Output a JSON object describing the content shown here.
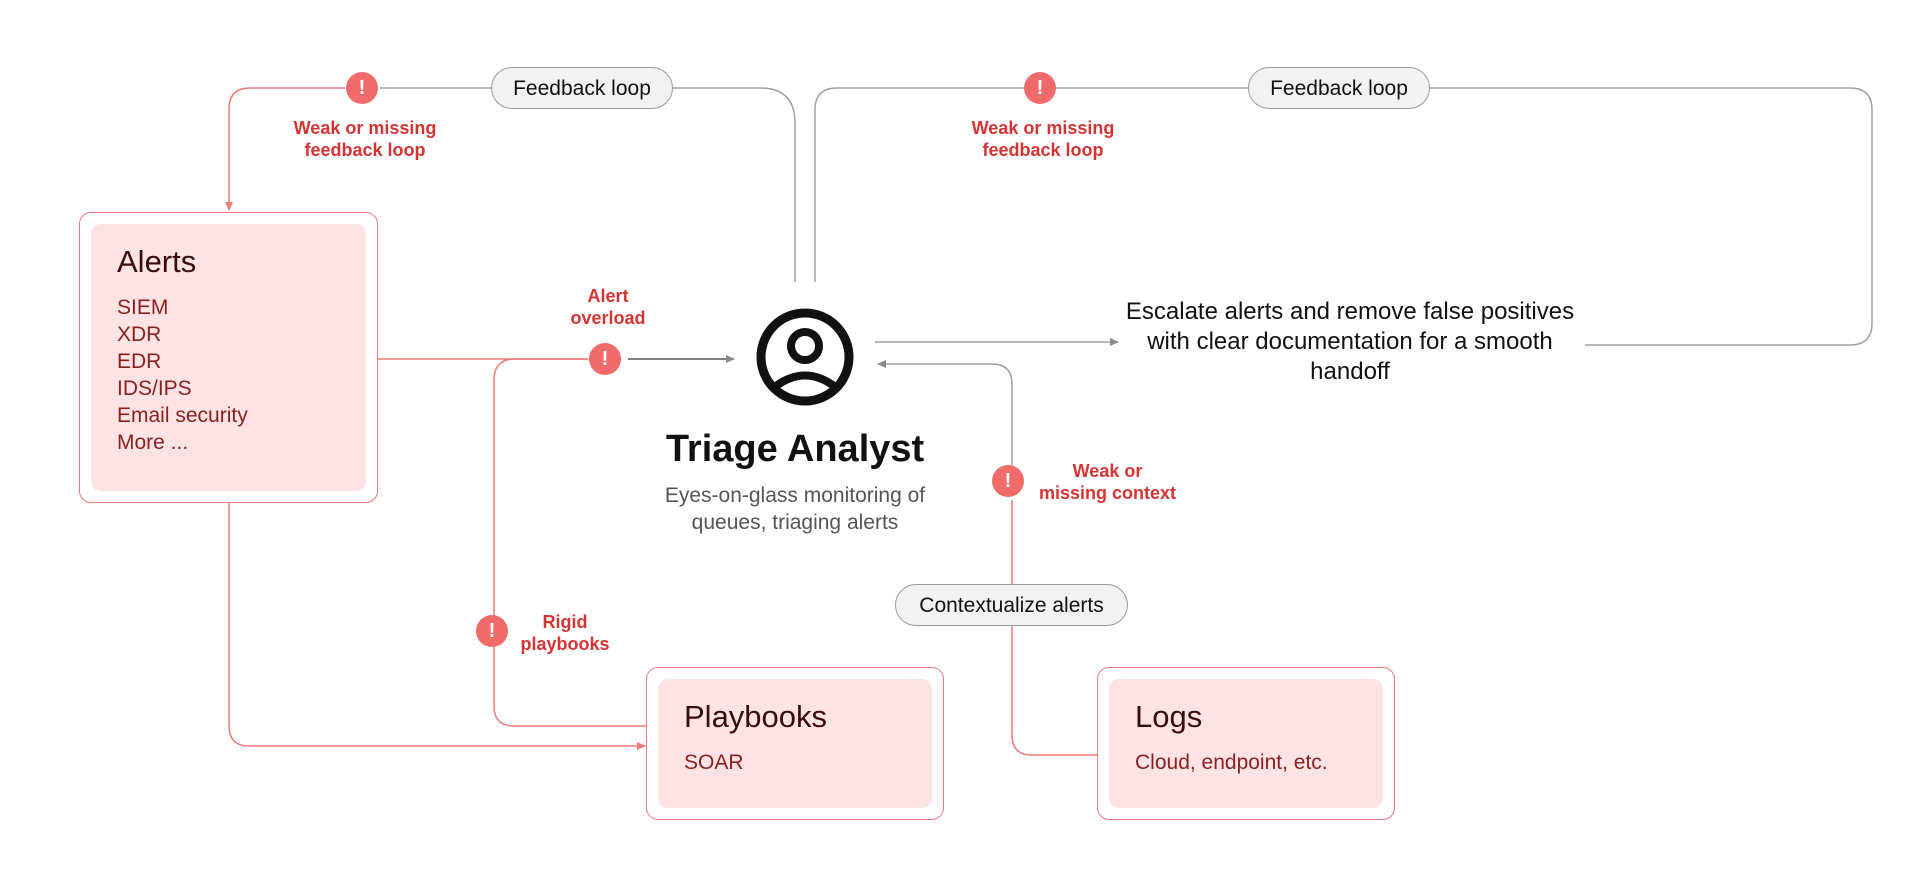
{
  "pills": {
    "feedback_left": "Feedback loop",
    "feedback_right": "Feedback loop",
    "contextualize": "Contextualize alerts"
  },
  "warnings": {
    "weak_feedback_left": "Weak or missing\nfeedback loop",
    "weak_feedback_right": "Weak or missing\nfeedback loop",
    "alert_overload": "Alert\noverload",
    "weak_context": "Weak or\nmissing context",
    "rigid_playbooks": "Rigid\nplaybooks",
    "icon_glyph": "!"
  },
  "alerts_box": {
    "title": "Alerts",
    "items": [
      "SIEM",
      "XDR",
      "EDR",
      "IDS/IPS",
      "Email security",
      "More ..."
    ]
  },
  "playbooks_box": {
    "title": "Playbooks",
    "items": [
      "SOAR"
    ]
  },
  "logs_box": {
    "title": "Logs",
    "items": [
      "Cloud, endpoint, etc."
    ]
  },
  "center": {
    "title": "Triage Analyst",
    "subtitle": "Eyes-on-glass monitoring of queues, triaging alerts",
    "icon": "user-circle-icon"
  },
  "escalate_text": "Escalate alerts and remove false positives with clear documentation for a smooth handoff",
  "colors": {
    "accent_red": "#f26b6b",
    "warning_text": "#d63333",
    "box_fill": "#fde3e3",
    "box_border": "#ef7a7a",
    "gray_line": "#9a9a9a"
  }
}
